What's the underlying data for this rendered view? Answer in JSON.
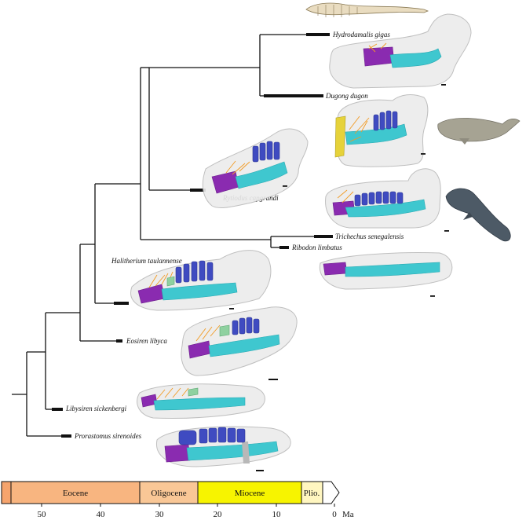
{
  "taxa": [
    "Hydrodamalis gigas",
    "Dugong dugon",
    "Rytiodus capgrandi",
    "Trichechus senegalensis",
    "Ribodon limbatus",
    "Halitherium taulannense",
    "Eosiren libyca",
    "Libysiren sickenbergi",
    "Prorastomus sirenoides"
  ],
  "timescale": {
    "epochs": [
      "Eocene",
      "Oligocene",
      "Miocene",
      "Plio."
    ],
    "ticks": [
      "50",
      "40",
      "30",
      "20",
      "10",
      "0"
    ],
    "unit": "Ma"
  },
  "colors": {
    "paleocene": "#f6a46d",
    "eocene": "#f8b580",
    "oligocene": "#f9c796",
    "miocene": "#f7f400",
    "pliocene": "#fff6c0",
    "canal": "#3fc7cf",
    "incisor": "#8a2bb0",
    "tooth": "#3f4bc1",
    "nerve": "#f29a22"
  },
  "icons": [
    "steller-sea-cow-skeleton",
    "dugong-animal",
    "manatee-animal"
  ]
}
